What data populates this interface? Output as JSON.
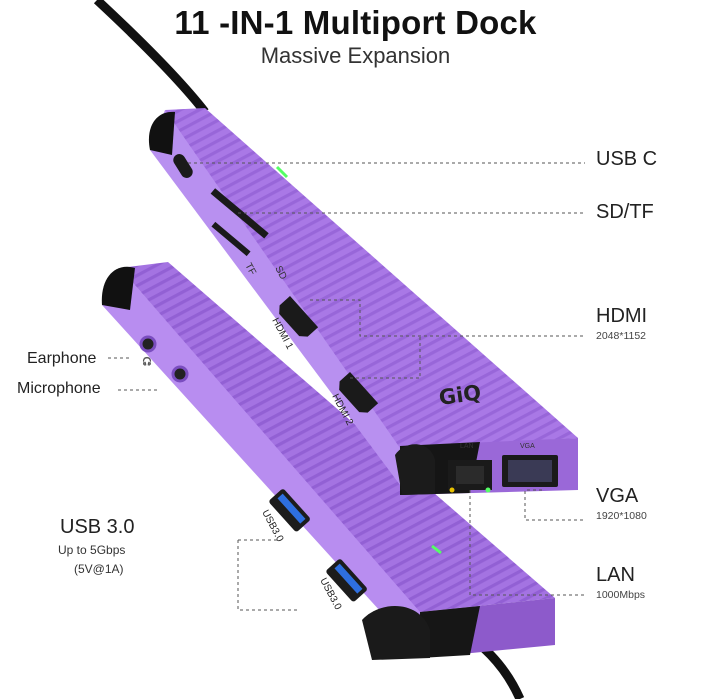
{
  "title": "11 -IN-1 Multiport Dock",
  "subtitle": "Massive Expansion",
  "brand": "GiQ",
  "colors": {
    "body": "#a978e6",
    "body_dark": "#8e5cd0",
    "edge": "#111111",
    "led": "#55ff66"
  },
  "callouts_right": {
    "usb_c": {
      "label": "USB C"
    },
    "sd_tf": {
      "label": "SD/TF"
    },
    "hdmi": {
      "label": "HDMI",
      "detail": "2048*1152"
    },
    "vga": {
      "label": "VGA",
      "detail": "1920*1080"
    },
    "lan": {
      "label": "LAN",
      "detail": "1000Mbps"
    }
  },
  "callouts_left": {
    "earphone": {
      "label": "Earphone"
    },
    "microphone": {
      "label": "Microphone"
    },
    "usb3": {
      "label": "USB 3.0",
      "line1": "Up to 5Gbps",
      "line2": "(5V@1A)"
    }
  },
  "port_text": {
    "tf": "TF",
    "sd": "SD",
    "hdmi1": "HDMI 1",
    "hdmi2": "HDMI 2",
    "lan": "LAN",
    "vga": "VGA",
    "usb3_a": "USB3.0",
    "usb3_b": "USB3.0"
  }
}
